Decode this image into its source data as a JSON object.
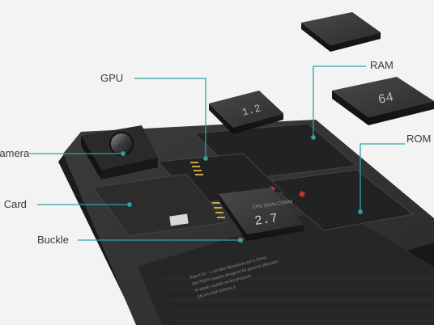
{
  "labels": {
    "gpu": "GPU",
    "ram": "RAM",
    "rom": "ROM",
    "camera": "Camera",
    "sim_card": "SIM Card",
    "buckle": "Buckle"
  },
  "chips": {
    "gpu_text": "1.2",
    "ram_text": "64",
    "cpu_text": "2.7",
    "cpu_label": "CPU QUALCOMM"
  },
  "footer_text": [
    "Rated 5V - 1.5A Max Manufactured in China",
    "BATTERY module designed for general utilization",
    "of whole module series products",
    "SN:XXXAM-SXXXX-X"
  ],
  "colors": {
    "leader_line": "#2fa3a3",
    "background": "#f3f3f3"
  }
}
